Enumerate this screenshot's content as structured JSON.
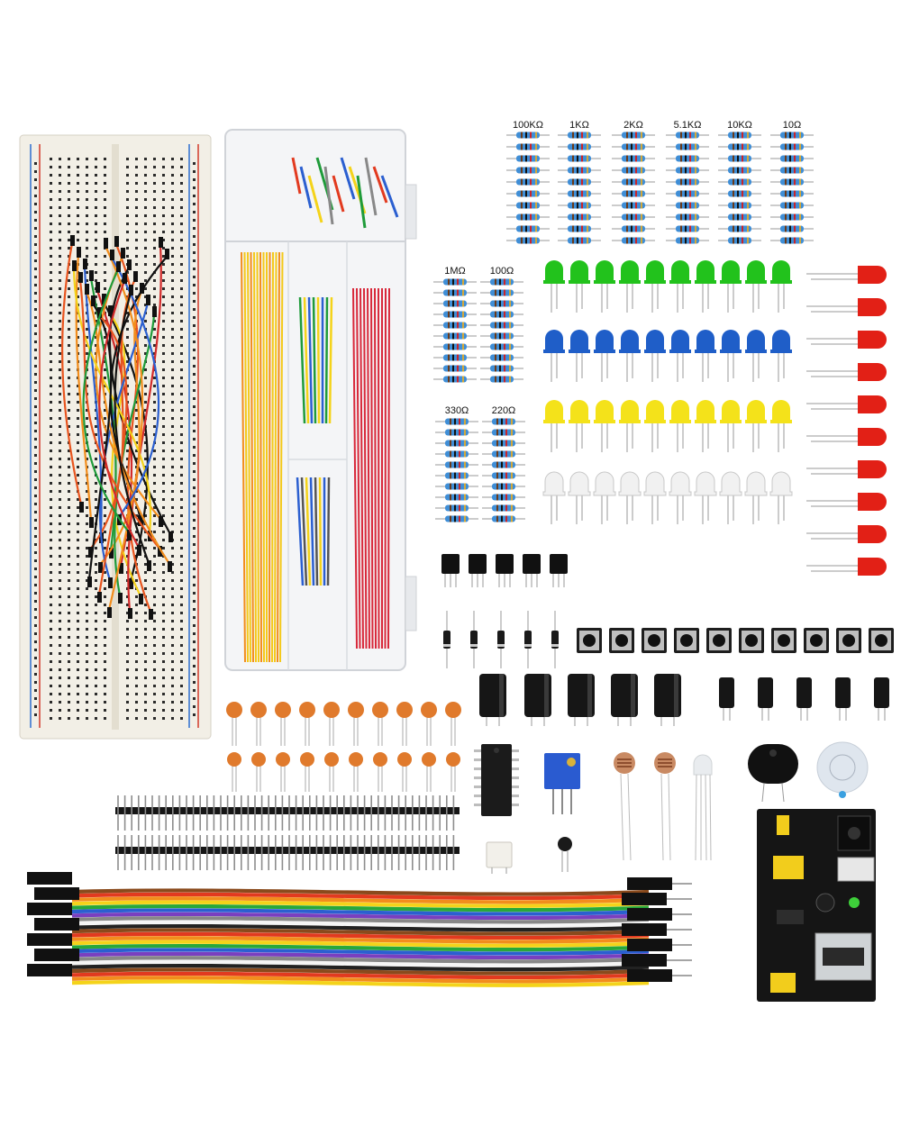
{
  "resistor_labels": {
    "top": [
      "100KΩ",
      "1KΩ",
      "2KΩ",
      "5.1KΩ",
      "10KΩ",
      "10Ω"
    ],
    "left_upper": [
      "1MΩ",
      "100Ω"
    ],
    "left_lower": [
      "330Ω",
      "220Ω"
    ]
  },
  "components": {
    "led_rows": [
      "green",
      "blue",
      "yellow",
      "white"
    ],
    "red_leds": 10,
    "resistors_per_group": 10,
    "transistors": 5,
    "diodes": 5,
    "push_buttons": 10,
    "ceramic_capacitors_per_row": 10,
    "large_capacitors": 5,
    "small_capacitors": 5
  },
  "colors": {
    "green_led": "#22c21c",
    "blue_led": "#1f5ec8",
    "yellow_led": "#f4e21a",
    "white_led": "#f1f1f1",
    "red_led": "#e22016",
    "resistor_body": "#3f8ed6",
    "ceramic_cap": "#e07a2c",
    "pcb": "#151515",
    "pot": "#2a5bd0"
  },
  "dupont_wire_colors": [
    "#8a4a1c",
    "#e23a1f",
    "#f28d1c",
    "#f4d31a",
    "#28a83a",
    "#2b5fd0",
    "#7a3fbf",
    "#888888",
    "#f5f5f5",
    "#222222"
  ]
}
